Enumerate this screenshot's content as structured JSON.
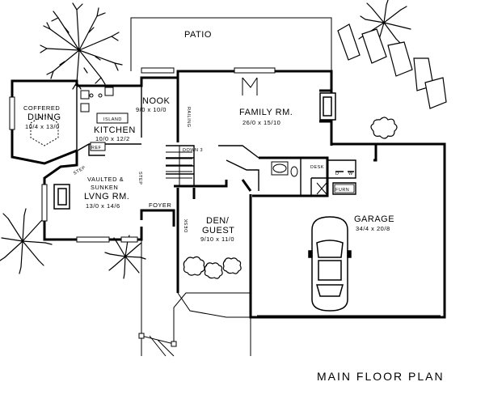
{
  "plan": {
    "title": "MAIN FLOOR PLAN",
    "rooms": {
      "patio": "PATIO",
      "nook": "NOOK",
      "nook_dim": "9/0 x 10/0",
      "family": "FAMILY RM.",
      "family_dim": "26/0 x 15/10",
      "dining_1": "COFFERED",
      "dining_2": "DINING",
      "dining_dim": "10/4 x 13/0",
      "kitchen": "KITCHEN",
      "kitchen_dim": "10/0 x 12/2",
      "living_1": "VAULTED &",
      "living_2": "SUNKEN",
      "living_3": "LVNG RM.",
      "living_dim": "13/0 x 14/6",
      "foyer": "FOYER",
      "den_1": "DEN/",
      "den_2": "GUEST",
      "den_dim": "9/10 x 11/0",
      "garage": "GARAGE",
      "garage_dim": "34/4 x 20/8"
    },
    "small_labels": {
      "island": "ISLAND",
      "ref": "REF",
      "railing": "RAILING",
      "down": "DOWN 3",
      "step1": "STEP",
      "step2": "STEP",
      "desk1": "DESK",
      "desk2": "DESK",
      "furn": "FURN",
      "dw": "D",
      "w": "W"
    }
  }
}
